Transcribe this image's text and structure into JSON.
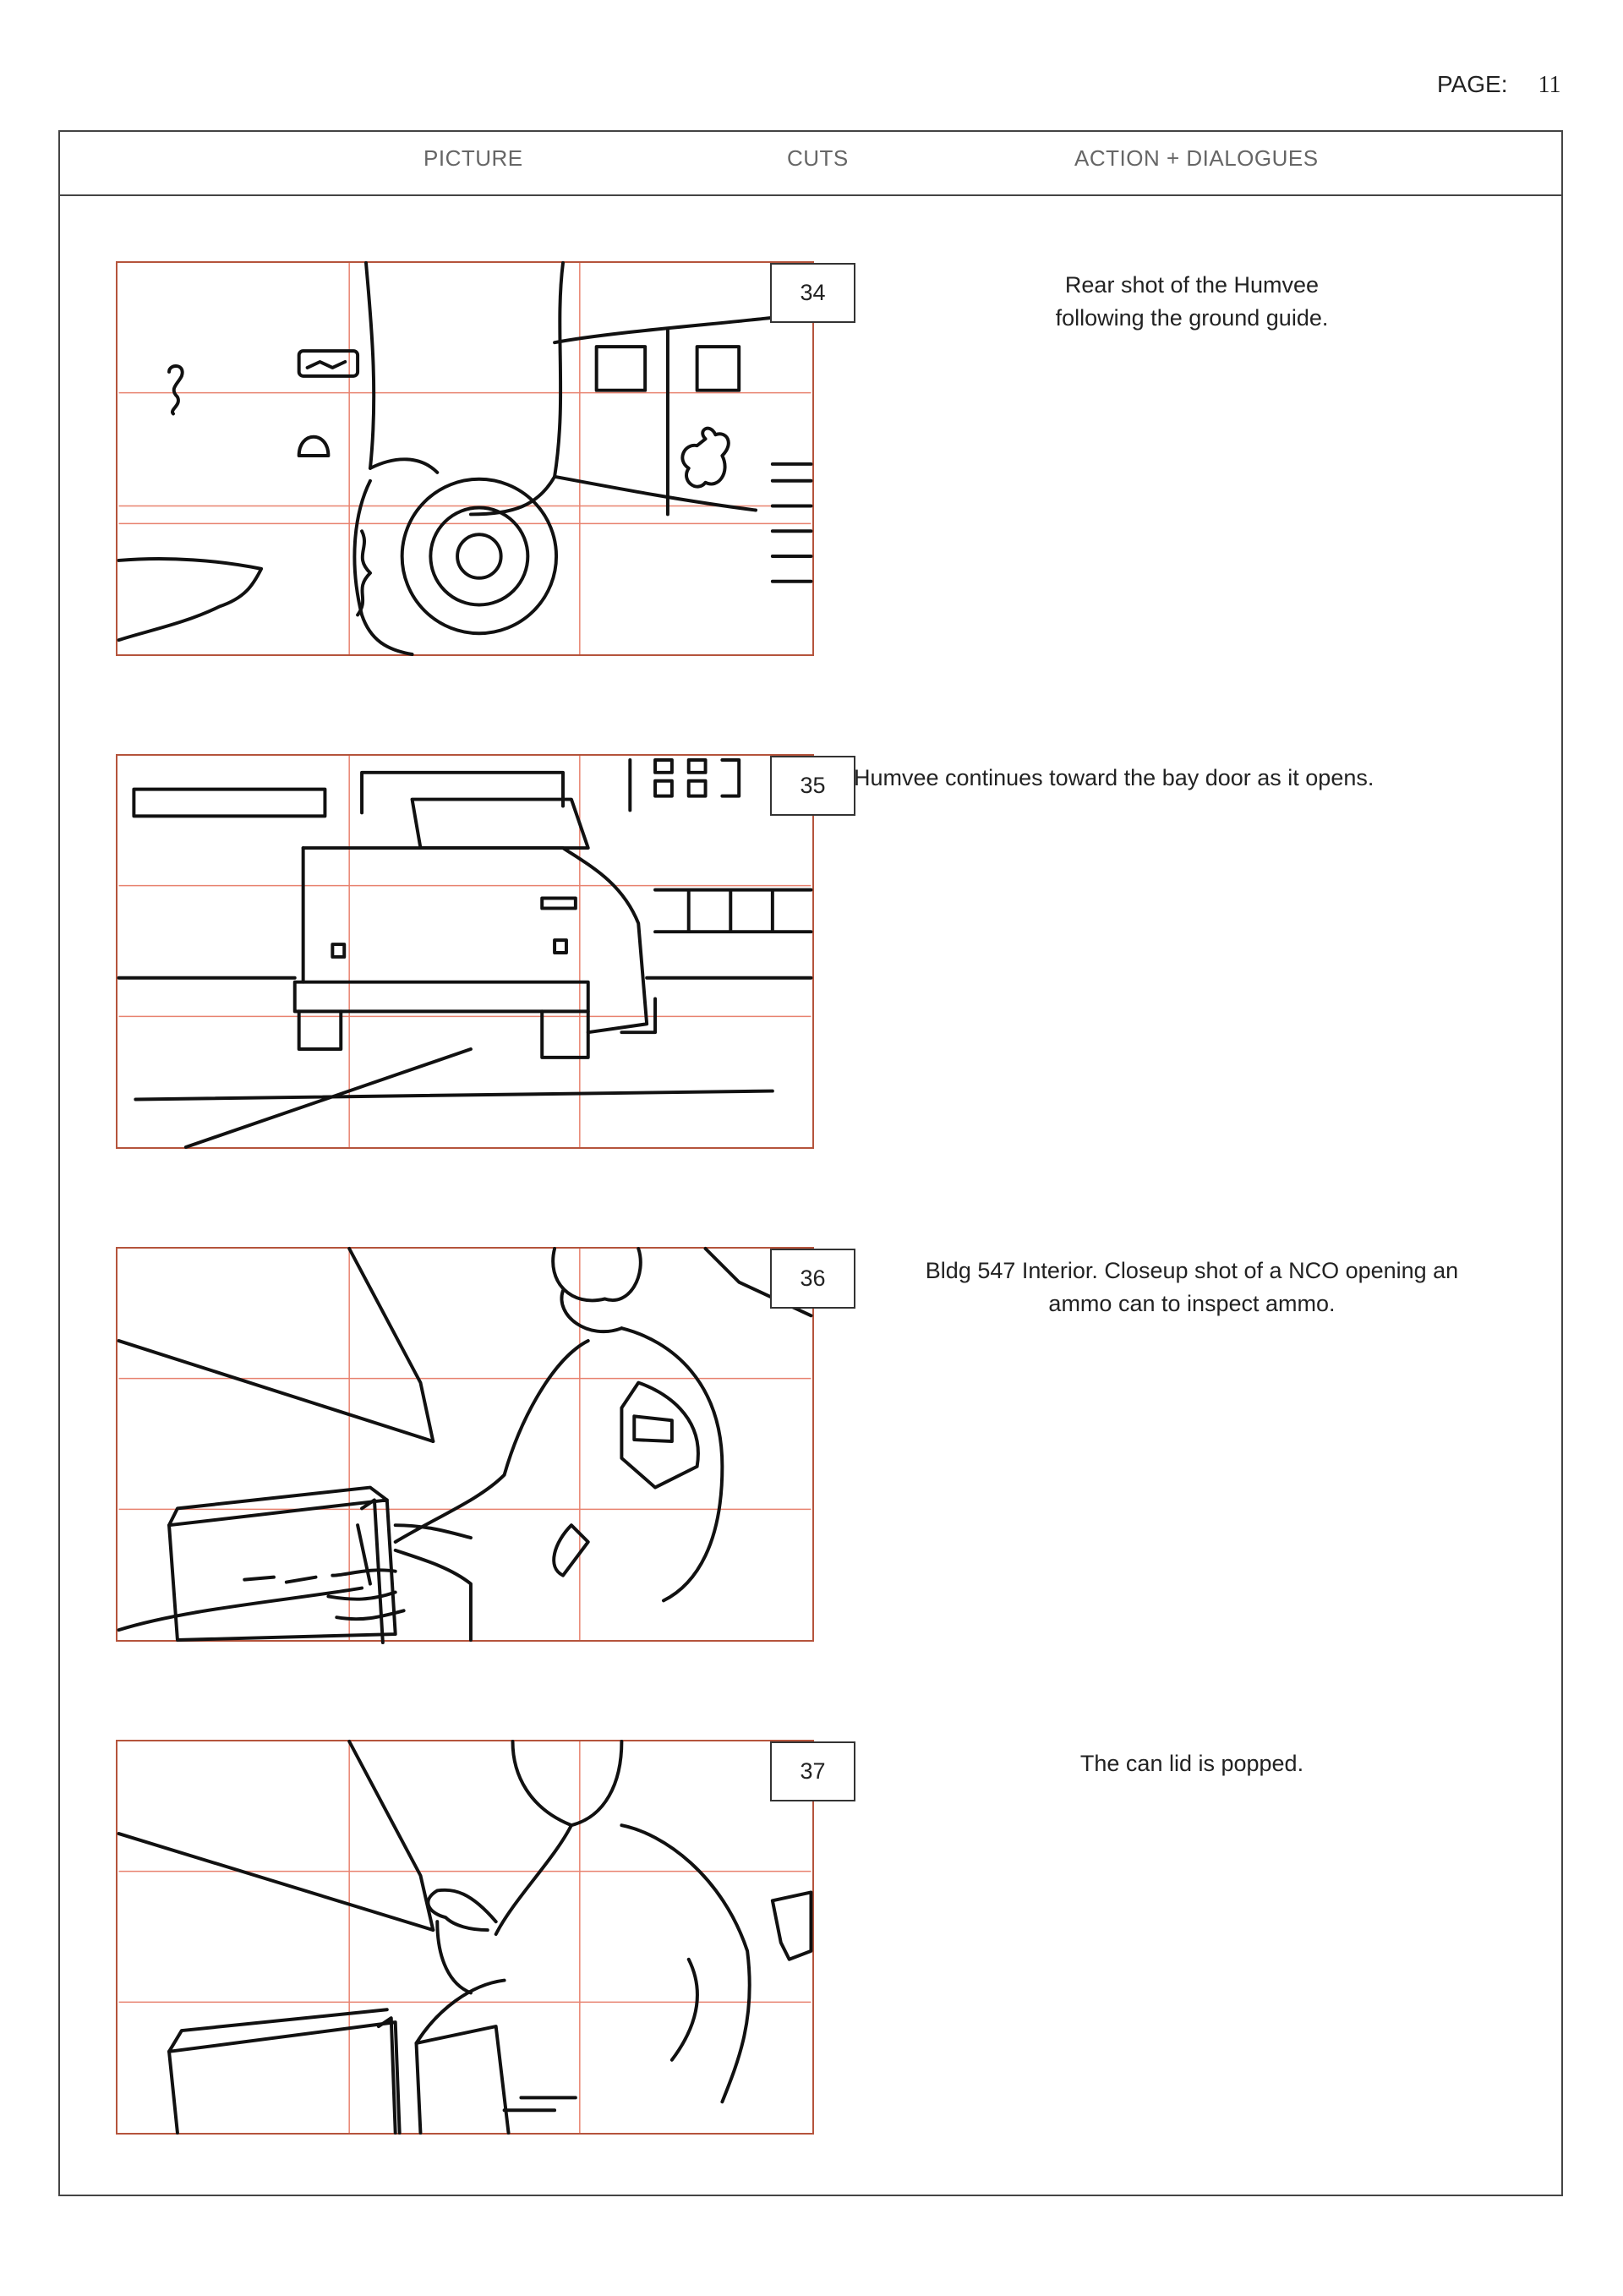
{
  "page": {
    "label": "PAGE:",
    "number": "11"
  },
  "header": {
    "picture": "PICTURE",
    "cuts": "CUTS",
    "action": "ACTION + DIALOGUES"
  },
  "shots": [
    {
      "cut": "34",
      "description": "Rear shot of the Humvee\nfollowing the ground guide."
    },
    {
      "cut": "35",
      "description": "Humvee continues toward the bay door as it opens."
    },
    {
      "cut": "36",
      "description": "Bldg 547 Interior. Closeup shot of a NCO opening an\nammo can to inspect ammo."
    },
    {
      "cut": "37",
      "description": "The can lid is popped."
    }
  ],
  "colors": {
    "guide_grid": "#e8826f",
    "frame_border": "#b5543c",
    "ink": "#111111"
  }
}
